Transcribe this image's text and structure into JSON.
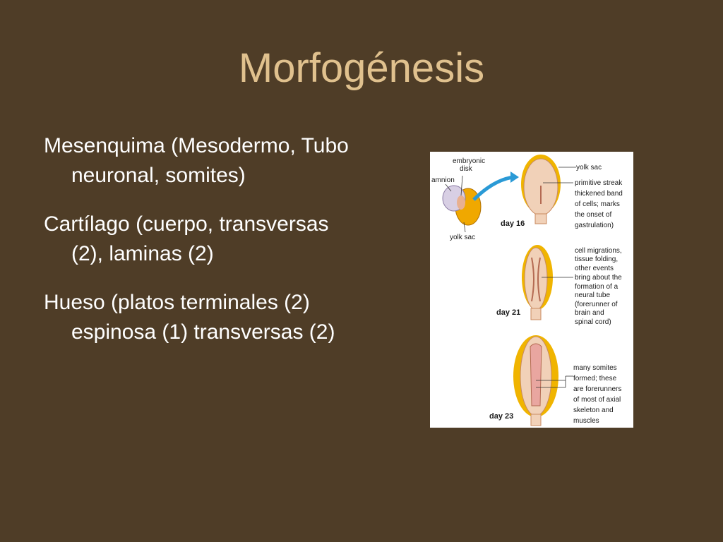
{
  "slide": {
    "title": "Morfogénesis",
    "bullets": [
      "Mesenquima (Mesodermo, Tubo neuronal, somites)",
      "Cartílago (cuerpo, transversas (2), laminas (2)",
      "Hueso (platos terminales (2) espinosa (1) transversas (2)"
    ]
  },
  "figure": {
    "labels": {
      "embryonic_disk": [
        "embryonic",
        "disk"
      ],
      "amnion": "amnion",
      "yolk_sac_left": "yolk sac",
      "day16": "day 16",
      "day21": "day 21",
      "day23": "day 23",
      "yolk_sac_top": "yolk sac",
      "streak_note": [
        "primitive streak",
        "thickened band",
        "of cells; marks",
        "the onset of",
        "gastrulation)"
      ],
      "tube_note": [
        "cell migrations,",
        "tissue folding,",
        "other events",
        "bring about the",
        "formation of a",
        "neural tube",
        "(forerunner of",
        "brain and",
        "spinal cord)"
      ],
      "somite_note": [
        "many somites",
        "formed; these",
        "are forerunners",
        "of most of axial",
        "skeleton and",
        "muscles"
      ]
    }
  }
}
